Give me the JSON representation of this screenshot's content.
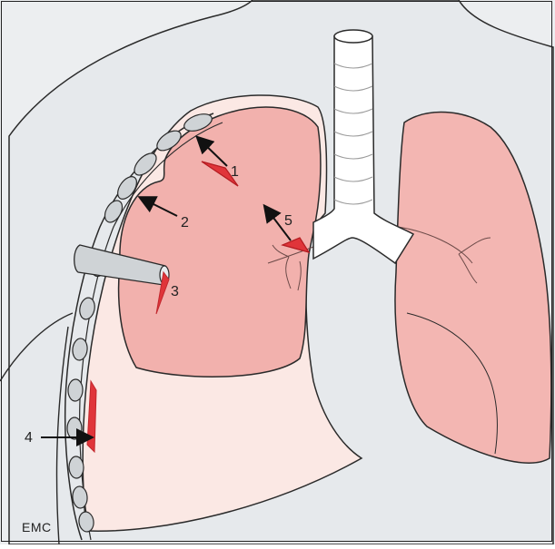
{
  "labels": {
    "l1": "1",
    "l2": "2",
    "l3": "3",
    "l4": "4",
    "l5": "5"
  },
  "credit": "EMC",
  "colors": {
    "background": "#e9ecef",
    "body_outline": "#2a2a2a",
    "pleural_space": "#fbe9e5",
    "lung_fill": "#f2b0ad",
    "lesion_red": "#e0353a",
    "trachea_fill": "#ffffff",
    "rib_fill": "#cfd3d6"
  }
}
